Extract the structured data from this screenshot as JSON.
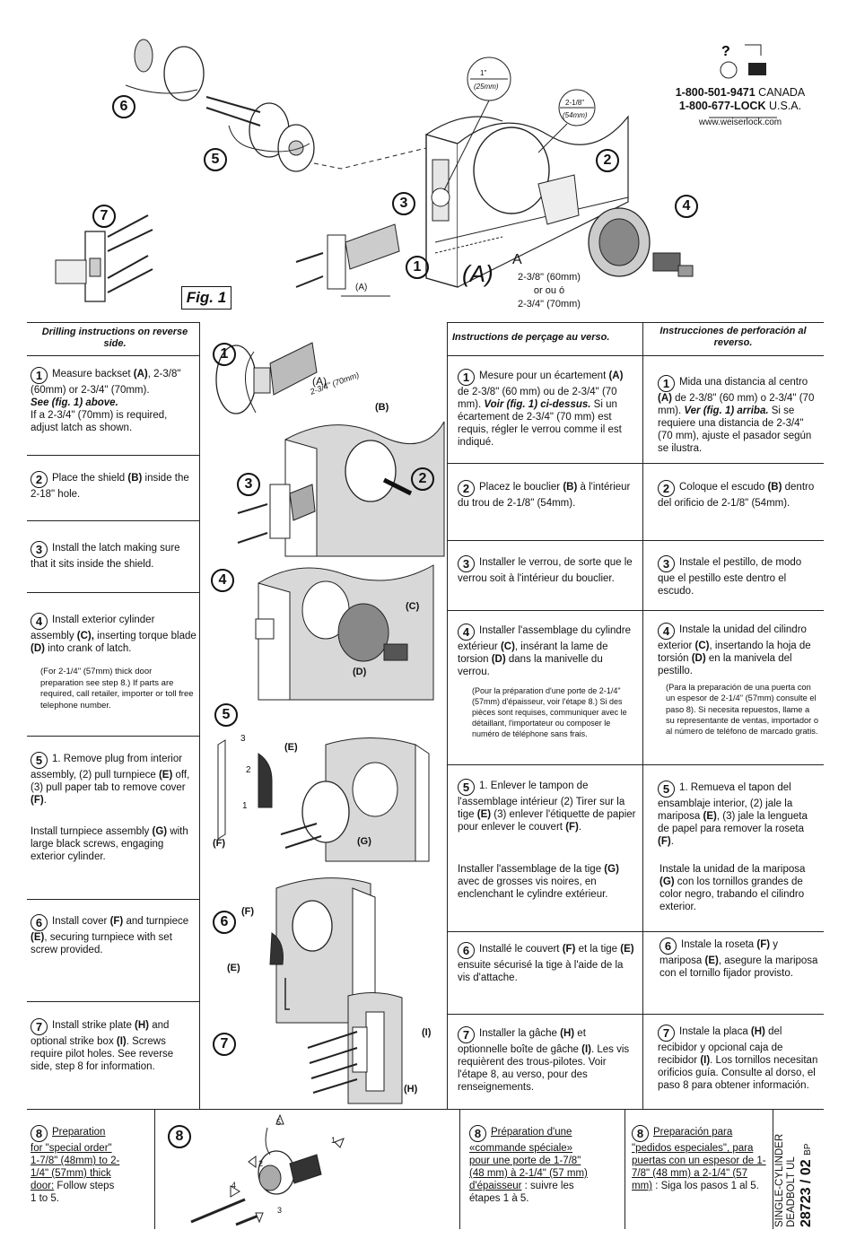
{
  "contact": {
    "phone_canada": "1-800-501-9471",
    "canada": "CANADA",
    "phone_usa": "1-800-677-LOCK",
    "usa": "U.S.A.",
    "website": "www.weiserlock.com"
  },
  "fig": {
    "title": "Fig. 1",
    "dim_1in": "1\"",
    "dim_25mm": "(25mm)",
    "dim_218": "2-1/8\"",
    "dim_54mm": "(54mm)",
    "label_a_big": "(A)",
    "label_a": "A",
    "label_a_small": "(A)",
    "backset_1": "2-3/8\" (60mm)",
    "backset_or": "or  ou  ó",
    "backset_2": "2-3/4\" (70mm)",
    "steps": [
      "1",
      "2",
      "3",
      "4",
      "5",
      "6",
      "7"
    ]
  },
  "english": {
    "header": "Drilling instructions on reverse side.",
    "s1_a": "Measure backset ",
    "s1_b": "(A)",
    "s1_c": ", 2-3/8\" (60mm) or 2-3/4\" (70mm).",
    "s1_d": "See  (fig. 1) above.",
    "s1_e": "If a 2-3/4\" (70mm) is required, adjust latch as shown.",
    "s2_a": "Place the shield ",
    "s2_b": "(B)",
    "s2_c": " inside the 2-18\" hole.",
    "s3": "Install the latch making sure that it sits inside the shield.",
    "s4_a": "Install exterior cylinder assembly ",
    "s4_b": "(C),",
    "s4_c": " inserting torque blade ",
    "s4_d": "(D)",
    "s4_e": " into crank of latch.",
    "s4_note": "(For 2-1/4\" (57mm) thick door preparation see step 8.) If parts are required, call retailer, importer or toll free telephone number.",
    "s5_a": "1. Remove plug from interior assembly, (2) pull turnpiece ",
    "s5_b": "(E)",
    "s5_c": " off, (3) pull paper tab to remove cover ",
    "s5_d": "(F)",
    "s5_e": ".",
    "s5_f": "Install turnpiece assembly ",
    "s5_g": "(G)",
    "s5_h": " with large black screws, engaging exterior cylinder.",
    "s6_a": "Install cover ",
    "s6_b": "(F)",
    "s6_c": " and turnpiece ",
    "s6_d": "(E)",
    "s6_e": ", securing turnpiece with set screw provided.",
    "s7_a": "Install strike plate ",
    "s7_b": "(H)",
    "s7_c": " and optional strike box ",
    "s7_d": "(I)",
    "s7_e": ". Screws require pilot holes. See reverse side, step 8 for information.",
    "s8_a": "Preparation for \"special order\" 1-7/8\" (48mm) to 2-1/4\" (57mm) thick door:",
    "s8_b": " Follow steps 1 to 5."
  },
  "french": {
    "header": "Instructions de perçage au verso.",
    "s1_a": "Mesure pour un écartement ",
    "s1_b": "(A)",
    "s1_c": " de 2-3/8\" (60 mm) ou de 2-3/4\" (70 mm). ",
    "s1_d": "Voir (fig. 1) ci-dessus.",
    "s1_e": " Si un écartement de 2-3/4\" (70 mm) est requis, régler le verrou comme il est indiqué.",
    "s2_a": "Placez le bouclier ",
    "s2_b": "(B)",
    "s2_c": " à l'intérieur du trou de 2-1/8\" (54mm).",
    "s3": "Installer le verrou, de sorte que le verrou soit à l'intérieur du bouclier.",
    "s4_a": "Installer l'assemblage du cylindre extérieur ",
    "s4_b": "(C)",
    "s4_c": ", insérant la lame de torsion ",
    "s4_d": "(D)",
    "s4_e": " dans la manivelle du verrou.",
    "s4_note": "(Pour la préparation d'une porte de 2-1/4\" (57mm) d'épaisseur, voir l'étape 8.)  Si des pièces sont requises, communiquer avec le détaillant, l'importateur ou composer le numéro de téléphone sans frais.",
    "s5_a": "1.  Enlever le tampon de l'assemblage intérieur (2) Tirer sur la tige ",
    "s5_b": "(E)",
    "s5_c": " (3) enlever l'étiquette de papier pour enlever le couvert ",
    "s5_d": "(F)",
    "s5_e": ".",
    "s5_f": "Installer l'assemblage de  la tige ",
    "s5_g": "(G)",
    "s5_h": " avec de grosses vis noires, en enclenchant le cylindre extérieur.",
    "s6_a": "Installé le couvert ",
    "s6_b": "(F)",
    "s6_c": " et la tige ",
    "s6_d": "(E)",
    "s6_e": " ensuite sécurisé la tige à l'aide de la vis d'attache.",
    "s7_a": "Installer la gâche ",
    "s7_b": "(H)",
    "s7_c": " et optionnelle boîte de gâche ",
    "s7_d": "(I)",
    "s7_e": ". Les vis requièrent des trous-pilotes. Voir l'étape 8, au verso, pour des renseignements.",
    "s8_a": "Préparation d'une «commande spéciale» pour une porte de 1-7/8\" (48 mm) à 2-1/4\"  (57 mm) d'épaisseur",
    "s8_b": " : suivre les étapes 1 à 5."
  },
  "spanish": {
    "header": "Instrucciones de perforación al reverso.",
    "s1_a": "Mida una distancia al centro ",
    "s1_b": "(A)",
    "s1_c": " de 2-3/8\" (60 mm) o 2-3/4\" (70 mm). ",
    "s1_d": "Ver (fig. 1) arriba.",
    "s1_e": " Si se requiere una distancia de 2-3/4\" (70 mm), ajuste el pasador según se ilustra.",
    "s2_a": "Coloque el escudo ",
    "s2_b": "(B)",
    "s2_c": " dentro del orificio de 2-1/8\" (54mm).",
    "s3": "Instale el pestillo, de modo que el pestillo este dentro el escudo.",
    "s4_a": "Instale la unidad del cilindro exterior ",
    "s4_b": "(C)",
    "s4_c": ", insertando la hoja de torsión ",
    "s4_d": "(D)",
    "s4_e": " en la manivela del pestillo.",
    "s4_note": "(Para la preparación de una puerta con un espesor de 2-1/4\" (57mm) consulte el paso 8).  Si necesita repuestos, llame a su representante de ventas, importador o al número de teléfono de marcado gratis.",
    "s5_a": "1. Remueva el tapon del ensamblaje interior, (2) jale la mariposa ",
    "s5_b": "(E)",
    "s5_c": ", (3) jale la lengueta de papel para remover la roseta ",
    "s5_d": "(F)",
    "s5_e": ".",
    "s5_f": "Instale la unidad de  la mariposa ",
    "s5_g": "(G)",
    "s5_h": " con los tornillos grandes de color negro, trabando el cilindro exterior.",
    "s6_a": "Instale la roseta ",
    "s6_b": "(F)",
    "s6_c": " y mariposa ",
    "s6_d": "(E)",
    "s6_e": ", asegure la mariposa con el tornillo fijador provisto.",
    "s7_a": "Instale la placa ",
    "s7_b": "(H)",
    "s7_c": " del recibidor y opcional caja de recibidor ",
    "s7_d": "(I)",
    "s7_e": ".   Los tornillos necesitan orificios guía.  Consulte al dorso, el paso 8 para obtener información.",
    "s8_a": "Preparación para \"pedidos especiales\", para puertas con un espesor de 1-7/8\" (48 mm) a 2-1/4\" (57 mm)",
    "s8_b": " :  Siga los pasos 1 al 5."
  },
  "diagrams": {
    "d1_a": "(A)",
    "d1_dim": "2-3/4\" (70mm)",
    "d2_b": "(B)",
    "d4_c": "(C)",
    "d4_d": "(D)",
    "d5_e": "(E)",
    "d5_f": "(F)",
    "d5_g": "(G)",
    "d5_n1": "1",
    "d5_n2": "2",
    "d5_n3": "3",
    "d6_f": "(F)",
    "d6_e": "(E)",
    "d7_i": "(I)",
    "d7_h": "(H)",
    "d8_n1": "1",
    "d8_n2": "2",
    "d8_n3": "3",
    "d8_n4": "4",
    "d8_n5": "5"
  },
  "footer": {
    "line1": "SINGLE-CYLINDER",
    "line2": "DEADBOLT UL",
    "code": "28723 / 02",
    "bp": "BP"
  },
  "step_numbers": [
    "1",
    "2",
    "3",
    "4",
    "5",
    "6",
    "7",
    "8"
  ]
}
